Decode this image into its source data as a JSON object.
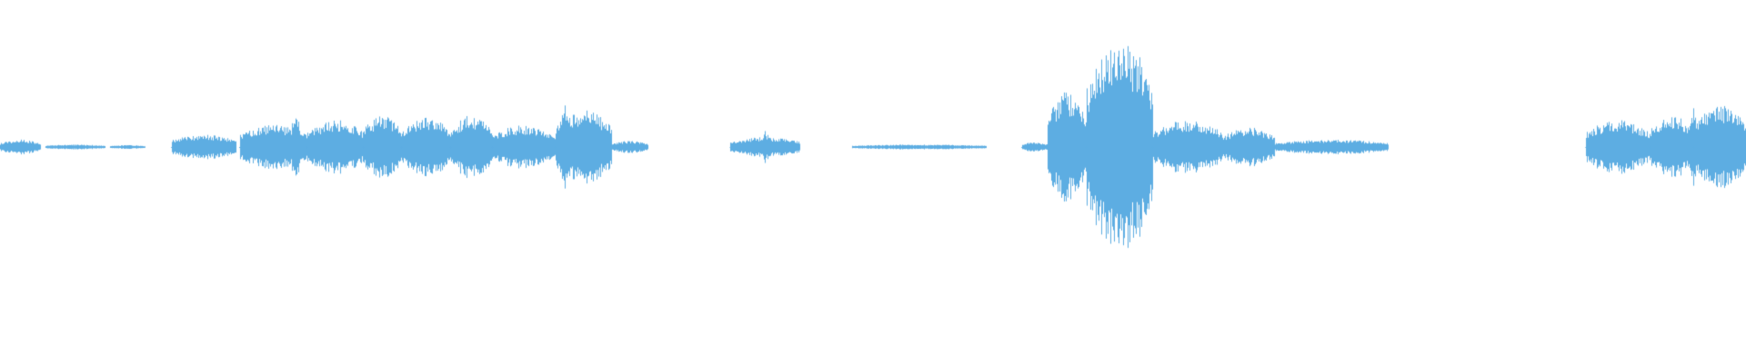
{
  "waveform": {
    "color": "#5dade2",
    "background": "#ffffff",
    "segments": [
      {
        "start": 0.0,
        "end": 0.023,
        "amp": 0.06
      },
      {
        "start": 0.026,
        "end": 0.06,
        "amp": 0.02
      },
      {
        "start": 0.063,
        "end": 0.083,
        "amp": 0.015
      },
      {
        "start": 0.098,
        "end": 0.135,
        "amp": 0.1
      },
      {
        "start": 0.137,
        "end": 0.176,
        "amp": 0.18
      },
      {
        "start": 0.176,
        "end": 0.208,
        "amp": 0.22
      },
      {
        "start": 0.208,
        "end": 0.23,
        "amp": 0.26
      },
      {
        "start": 0.23,
        "end": 0.258,
        "amp": 0.24
      },
      {
        "start": 0.258,
        "end": 0.282,
        "amp": 0.26
      },
      {
        "start": 0.282,
        "end": 0.318,
        "amp": 0.18
      },
      {
        "start": 0.318,
        "end": 0.35,
        "amp": 0.3
      },
      {
        "start": 0.35,
        "end": 0.371,
        "amp": 0.05
      },
      {
        "start": 0.418,
        "end": 0.458,
        "amp": 0.08
      },
      {
        "start": 0.488,
        "end": 0.565,
        "amp": 0.02
      },
      {
        "start": 0.585,
        "end": 0.6,
        "amp": 0.04
      },
      {
        "start": 0.6,
        "end": 0.622,
        "amp": 0.45
      },
      {
        "start": 0.622,
        "end": 0.66,
        "amp": 0.85
      },
      {
        "start": 0.66,
        "end": 0.7,
        "amp": 0.22
      },
      {
        "start": 0.7,
        "end": 0.73,
        "amp": 0.16
      },
      {
        "start": 0.73,
        "end": 0.795,
        "amp": 0.06
      },
      {
        "start": 0.908,
        "end": 0.945,
        "amp": 0.22
      },
      {
        "start": 0.945,
        "end": 0.97,
        "amp": 0.26
      },
      {
        "start": 0.97,
        "end": 1.0,
        "amp": 0.34
      }
    ],
    "peaks": [
      {
        "pos": 0.169,
        "amp": 0.32
      },
      {
        "pos": 0.323,
        "amp": 0.38
      },
      {
        "pos": 0.438,
        "amp": 0.14
      },
      {
        "pos": 0.636,
        "amp": 0.72
      },
      {
        "pos": 0.653,
        "amp": 0.86
      },
      {
        "pos": 0.97,
        "amp": 0.34
      }
    ]
  }
}
